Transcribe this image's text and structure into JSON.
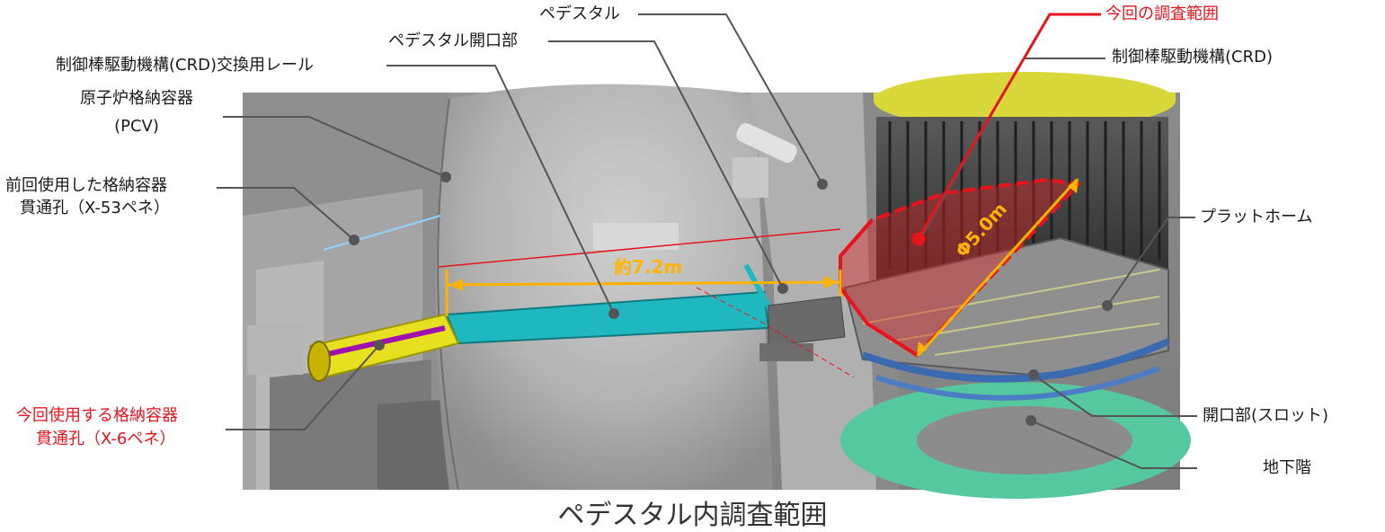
{
  "labels": {
    "pedestal": "ペデスタル",
    "pedestal_opening": "ペデスタル開口部",
    "crd_rail": "制御棒駆動機構(CRD)交換用レール",
    "pcv_line1": "原子炉格納容器",
    "pcv_line2": "(PCV)",
    "prev_pen_line1": "前回使用した格納容器",
    "prev_pen_line2": "貫通孔（X-53ペネ）",
    "this_pen_line1": "今回使用する格納容器",
    "this_pen_line2": "貫通孔（X-6ペネ）",
    "survey_area": "今回の調査範囲",
    "crd": "制御棒駆動機構(CRD)",
    "platform": "プラットホーム",
    "slot": "開口部(スロット)",
    "basement": "地下階"
  },
  "dimensions": {
    "rail_length": "約7.2m",
    "diameter": "Φ5.0m"
  },
  "caption": "ペデスタル内調査範囲",
  "colors": {
    "survey_red": "#e8141b",
    "dimension_orange": "#ffb300",
    "rail_cyan": "#1fb8c0",
    "penetration_yellow": "#e6e020",
    "crd_yellow": "#d8d83a",
    "basement_green": "#55c8a0"
  }
}
